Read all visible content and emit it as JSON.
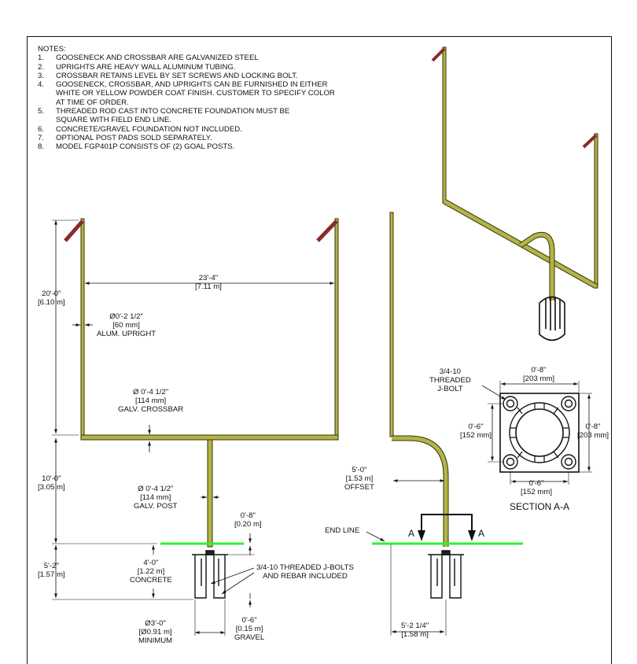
{
  "notes": {
    "heading": "NOTES:",
    "items": [
      {
        "num": "1.",
        "text": "GOOSENECK AND CROSSBAR ARE GALVANIZED STEEL"
      },
      {
        "num": "2.",
        "text": "UPRIGHTS ARE HEAVY WALL ALUMINUM TUBING."
      },
      {
        "num": "3.",
        "text": "CROSSBAR RETAINS LEVEL BY SET SCREWS AND LOCKING BOLT."
      },
      {
        "num": "4.",
        "text": "GOOSENECK, CROSSBAR, AND UPRIGHTS CAN BE FURNISHED IN EITHER WHITE OR YELLOW POWDER COAT FINISH.  CUSTOMER TO SPECIFY COLOR AT TIME OF ORDER."
      },
      {
        "num": "5.",
        "text": "THREADED ROD CAST INTO CONCRETE FOUNDATION MUST BE SQUARE WITH FIELD END LINE."
      },
      {
        "num": "6.",
        "text": "CONCRETE/GRAVEL FOUNDATION NOT INCLUDED."
      },
      {
        "num": "7.",
        "text": "OPTIONAL POST PADS SOLD SEPARATELY."
      },
      {
        "num": "8.",
        "text": "MODEL FGP401P CONSISTS OF (2) GOAL POSTS."
      }
    ]
  },
  "front_view": {
    "upright_height": {
      "ft": "20'-0\"",
      "m": "[6.10 m]"
    },
    "crossbar_width": {
      "ft": "23'-4\"",
      "m": "[7.11 m]"
    },
    "upright_dia": {
      "ft": "Ø0'-2 1/2\"",
      "mm": "[60 mm]",
      "desc": "ALUM. UPRIGHT"
    },
    "crossbar_dia": {
      "ft": "Ø 0'-4 1/2\"",
      "mm": "[114 mm]",
      "desc": "GALV. CROSSBAR"
    },
    "post_height": {
      "ft": "10'-0\"",
      "m": "[3.05 m]"
    },
    "post_dia": {
      "ft": "Ø 0'-4 1/2\"",
      "mm": "[114 mm]",
      "desc": "GALV. POST"
    },
    "above_grade": {
      "ft": "0'-8\"",
      "m": "[0.20 m]"
    },
    "foundation_depth": {
      "ft": "5'-2\"",
      "m": "[1.57 m]"
    },
    "concrete": {
      "ft": "4'-0\"",
      "m": "[1.22 m]",
      "desc": "CONCRETE"
    },
    "jbolts_note": {
      "line1": "3/4-10 THREADED J-BOLTS",
      "line2": "AND REBAR INCLUDED"
    },
    "foundation_dia": {
      "ft": "Ø3'-0\"",
      "m": "[Ø0.91 m]",
      "desc": "MINIMUM"
    },
    "gravel": {
      "ft": "0'-6\"",
      "m": "[0.15 m]",
      "desc": "GRAVEL"
    }
  },
  "side_view": {
    "offset": {
      "ft": "5'-0\"",
      "m": "[1.53 m]",
      "desc": "OFFSET"
    },
    "end_line": "END LINE",
    "section_marker": "A",
    "base_offset": {
      "ft": "5'-2 1/4\"",
      "m": "[1.58 m]"
    }
  },
  "section": {
    "jbolt_label": {
      "line1": "3/4-10",
      "line2": "THREADED",
      "line3": "J-BOLT"
    },
    "top_width": {
      "ft": "0'-8\"",
      "mm": "[203 mm]"
    },
    "right_height": {
      "ft": "0'-8\"",
      "mm": "[203 mm]"
    },
    "left_spacing": {
      "ft": "0'-6\"",
      "mm": "[152 mm]"
    },
    "bottom_spacing": {
      "ft": "0'-6\"",
      "mm": "[152 mm]"
    },
    "title": "SECTION A-A"
  },
  "colors": {
    "pole": "#b3b34a",
    "pole_edge": "#333300",
    "pad": "#8b2a2a",
    "grade": "#33ee33"
  }
}
